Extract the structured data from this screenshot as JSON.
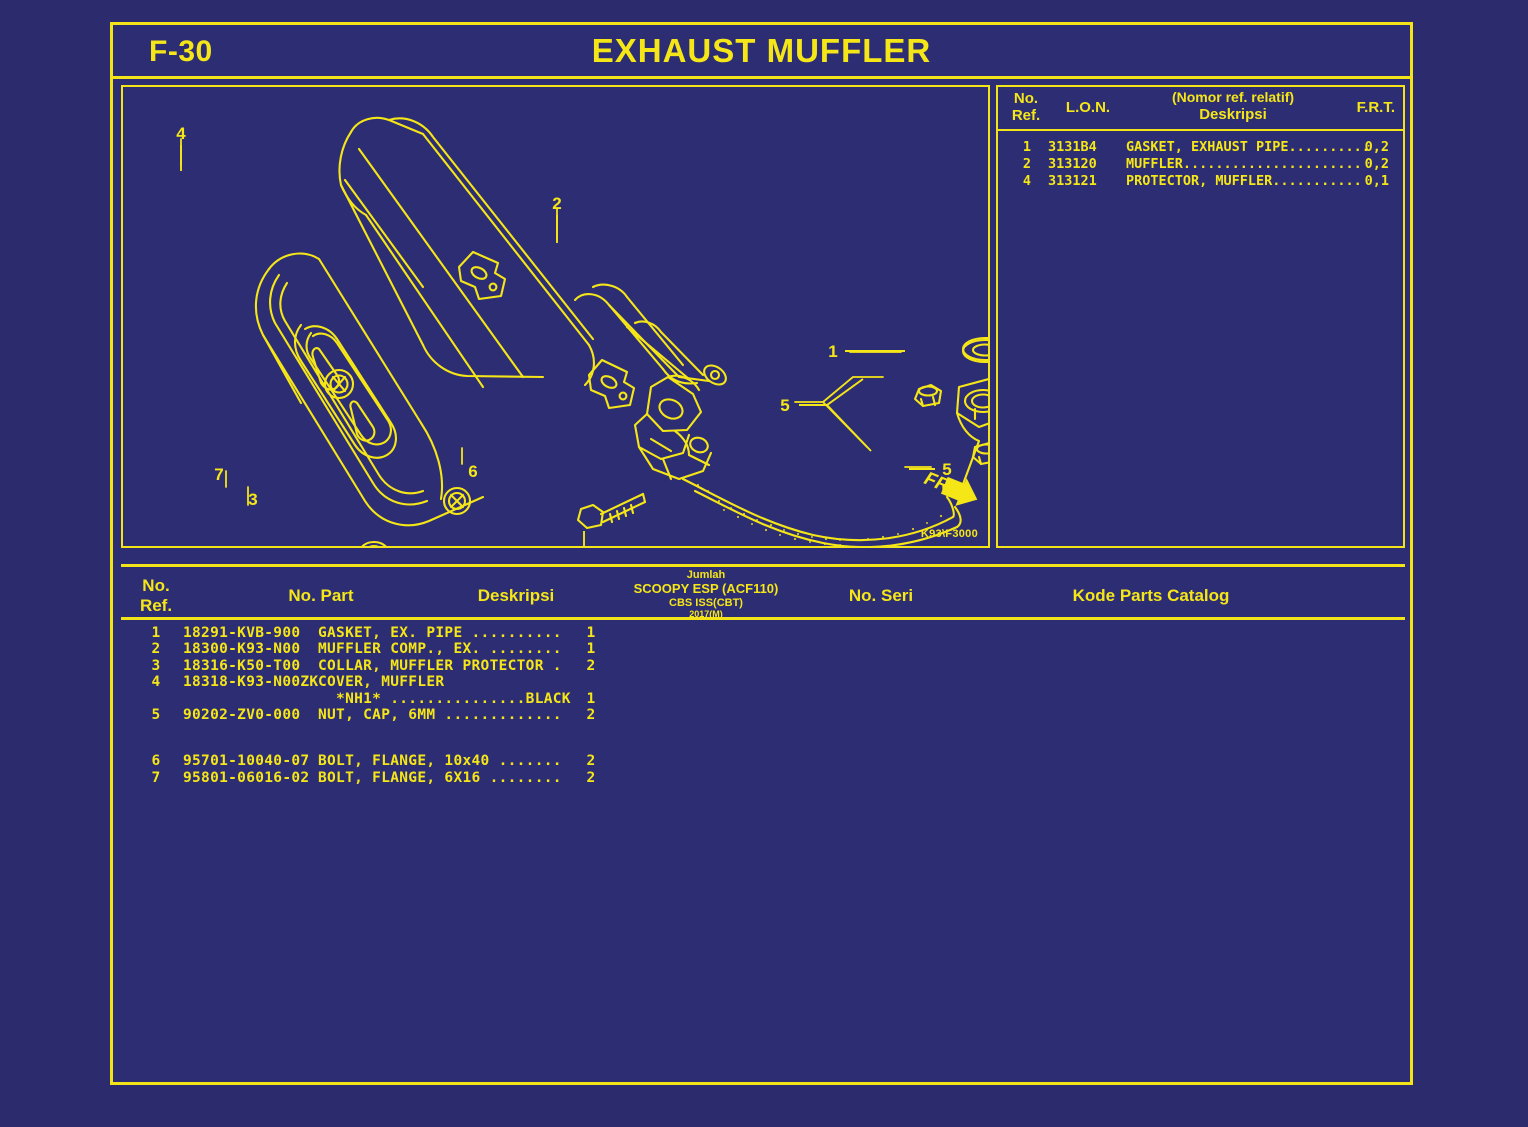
{
  "colors": {
    "background": "#2b2b6e",
    "panel": "#2d2d74",
    "ink": "#f5e617",
    "border": "#f2e419"
  },
  "header": {
    "sheet_code": "F-30",
    "title": "EXHAUST MUFFLER"
  },
  "diagram": {
    "code": "K93\\F3000",
    "direction_marker": "FR.",
    "callouts": [
      "1",
      "2",
      "3",
      "4",
      "5",
      "5",
      "6",
      "7"
    ]
  },
  "lon_table": {
    "headers": {
      "no_ref_line1": "No.",
      "no_ref_line2": "Ref.",
      "lon": "L.O.N.",
      "desc_line1": "(Nomor ref. relatif)",
      "desc_line2": "Deskripsi",
      "frt": "F.R.T."
    },
    "rows": [
      {
        "no": "1",
        "lon": "3131B4",
        "desc": "GASKET, EXHAUST PIPE..........",
        "frt": "0,2"
      },
      {
        "no": "2",
        "lon": "313120",
        "desc": "MUFFLER......................",
        "frt": "0,2"
      },
      {
        "no": "4",
        "lon": "313121",
        "desc": "PROTECTOR, MUFFLER...........",
        "frt": "0,1"
      }
    ]
  },
  "parts_table": {
    "headers": {
      "no_ref_line1": "No.",
      "no_ref_line2": "Ref.",
      "no_part": "No. Part",
      "deskripsi": "Deskripsi",
      "jumlah_line1": "Jumlah",
      "jumlah_line2": "SCOOPY ESP (ACF110)",
      "jumlah_line3": "CBS ISS(CBT)",
      "jumlah_line4": "2017(M)",
      "no_seri": "No. Seri",
      "kode_parts_catalog": "Kode Parts Catalog"
    },
    "rows": [
      {
        "no": "1",
        "part": "18291-KVB-900",
        "desc": "GASKET, EX. PIPE ..........",
        "qty": "1",
        "seri": "",
        "kode": "",
        "gap_before": false
      },
      {
        "no": "2",
        "part": "18300-K93-N00",
        "desc": "MUFFLER COMP., EX. ........",
        "qty": "1",
        "seri": "",
        "kode": "",
        "gap_before": false
      },
      {
        "no": "3",
        "part": "18316-K50-T00",
        "desc": "COLLAR, MUFFLER PROTECTOR .",
        "qty": "2",
        "seri": "",
        "kode": "",
        "gap_before": false
      },
      {
        "no": "4",
        "part": "18318-K93-N00ZK",
        "desc": "COVER, MUFFLER",
        "qty": "",
        "seri": "",
        "kode": "",
        "gap_before": false
      },
      {
        "no": "",
        "part": "",
        "desc": "  *NH1* ...............BLACK",
        "qty": "1",
        "seri": "",
        "kode": "",
        "gap_before": false
      },
      {
        "no": "5",
        "part": "90202-ZV0-000",
        "desc": "NUT, CAP, 6MM .............",
        "qty": "2",
        "seri": "",
        "kode": "",
        "gap_before": false
      },
      {
        "no": "6",
        "part": "95701-10040-07",
        "desc": "BOLT, FLANGE, 10x40 .......",
        "qty": "2",
        "seri": "",
        "kode": "",
        "gap_before": true
      },
      {
        "no": "7",
        "part": "95801-06016-02",
        "desc": "BOLT, FLANGE, 6X16 ........",
        "qty": "2",
        "seri": "",
        "kode": "",
        "gap_before": false
      }
    ]
  }
}
